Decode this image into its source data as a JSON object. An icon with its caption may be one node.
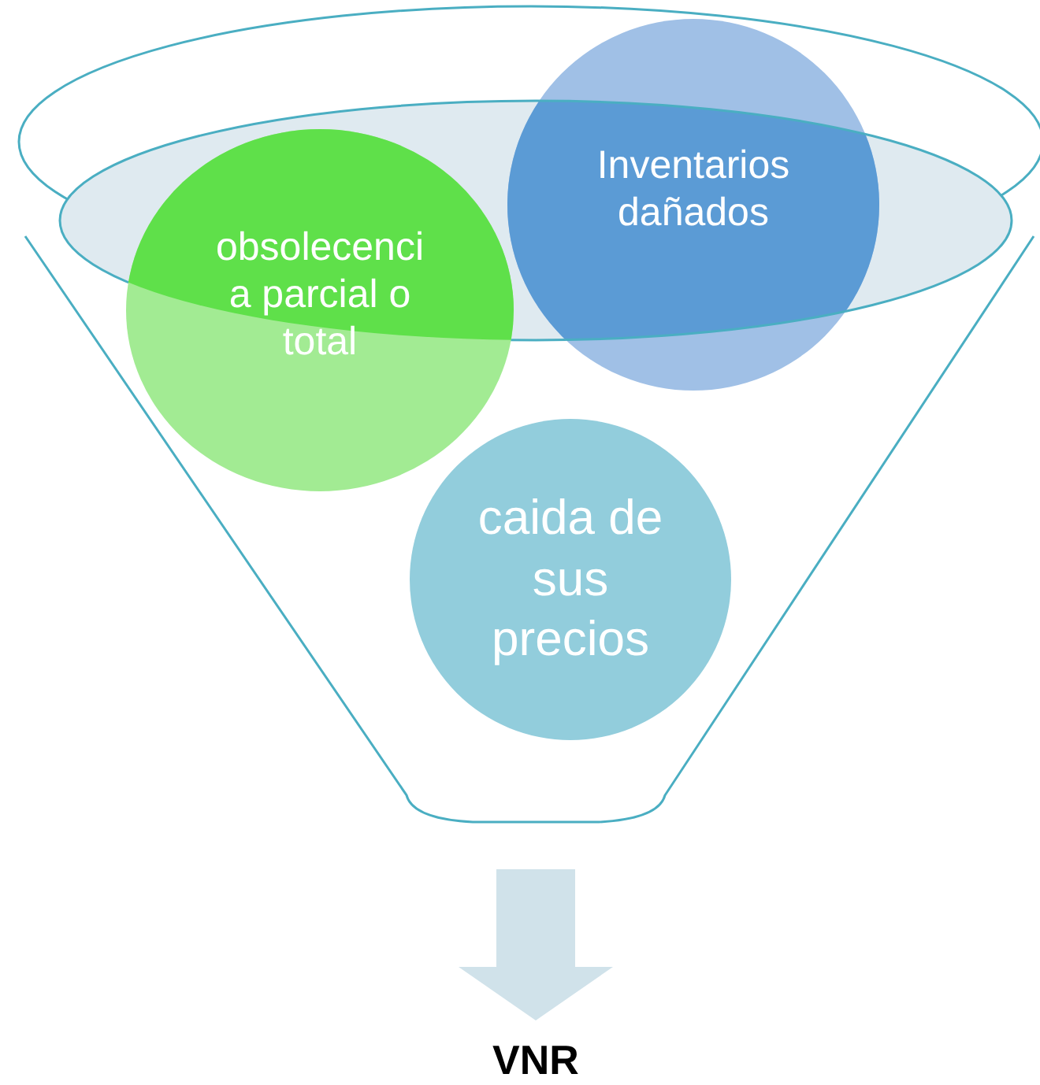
{
  "diagram": {
    "nodes": [
      {
        "text": [],
        "shape": "funnel"
      },
      {
        "text": [
          "obsolecenci a parcial o total"
        ],
        "in": 0
      },
      {
        "text": [
          "Inventarios dañados"
        ],
        "in": 0
      },
      {
        "text": [
          "caida de sus precios"
        ],
        "in": 0
      },
      {
        "text": [
          "VNR"
        ]
      }
    ],
    "edges": [
      {
        "from": 0,
        "to": 4,
        "arrow": "to",
        "style": "thick"
      }
    ]
  }
}
